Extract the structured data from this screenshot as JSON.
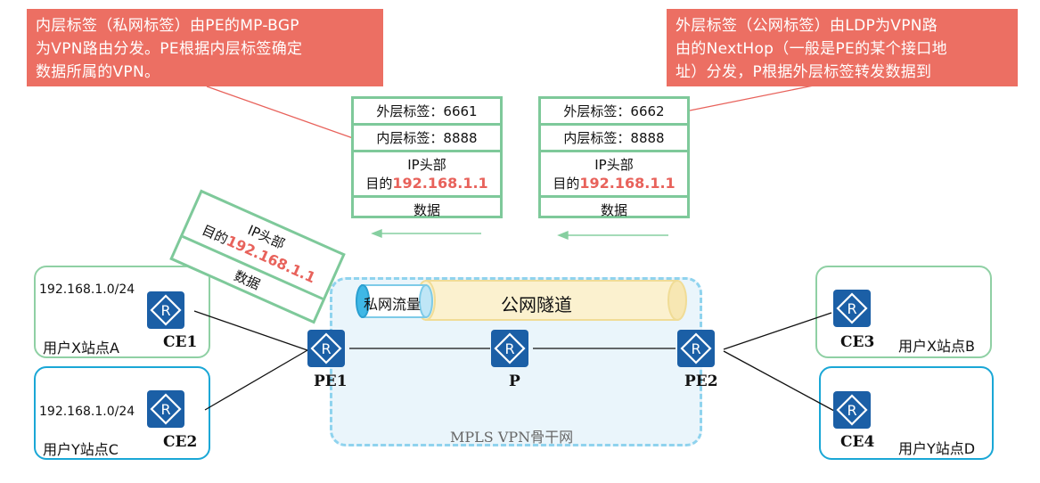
{
  "callouts": {
    "left": {
      "lines": [
        "内层标签（私网标签）由PE的MP-BGP",
        "为VPN路由分发。PE根据内层标签确定",
        "数据所属的VPN。"
      ]
    },
    "right": {
      "lines": [
        "外层标签（公网标签）由LDP为VPN路",
        "由的NextHop（一般是PE的某个接口地",
        "址）分发，P根据外层标签转发数据到"
      ]
    }
  },
  "packets": {
    "left": {
      "outer": "外层标签：6661",
      "inner": "内层标签：8888",
      "ip_header": "IP头部",
      "dest_prefix": "目的",
      "dest_ip": "192.168.1.1",
      "data": "数据"
    },
    "right": {
      "outer": "外层标签：6662",
      "inner": "内层标签：8888",
      "ip_header": "IP头部",
      "dest_prefix": "目的",
      "dest_ip": "192.168.1.1",
      "data": "数据"
    },
    "tilted": {
      "ip_header": "IP头部",
      "dest_prefix": "目的",
      "dest_ip": "192.168.1.1",
      "data": "数据"
    }
  },
  "backbone": {
    "name": "MPLS VPN骨干网",
    "tunnel_label": "公网隧道",
    "private_flow_label": "私网流量"
  },
  "devices": {
    "ce1": "CE1",
    "ce2": "CE2",
    "ce3": "CE3",
    "ce4": "CE4",
    "pe1": "PE1",
    "p": "P",
    "pe2": "PE2"
  },
  "sites": {
    "a": {
      "name": "用户X站点A",
      "subnet": "192.168.1.0/24"
    },
    "c": {
      "name": "用户Y站点C",
      "subnet": "192.168.1.0/24"
    },
    "b": {
      "name": "用户X站点B"
    },
    "d": {
      "name": "用户Y站点D"
    }
  },
  "colors": {
    "callout": "#ec6f63",
    "packet_border": "#7ec99a",
    "highlight_ip": "#e8625b",
    "router": "#1b5fa6",
    "site_x": "#8fd0a4",
    "site_y": "#1aa7d6",
    "tunnel": "#fbf1cf",
    "private_flow": "#3fb8e6"
  }
}
